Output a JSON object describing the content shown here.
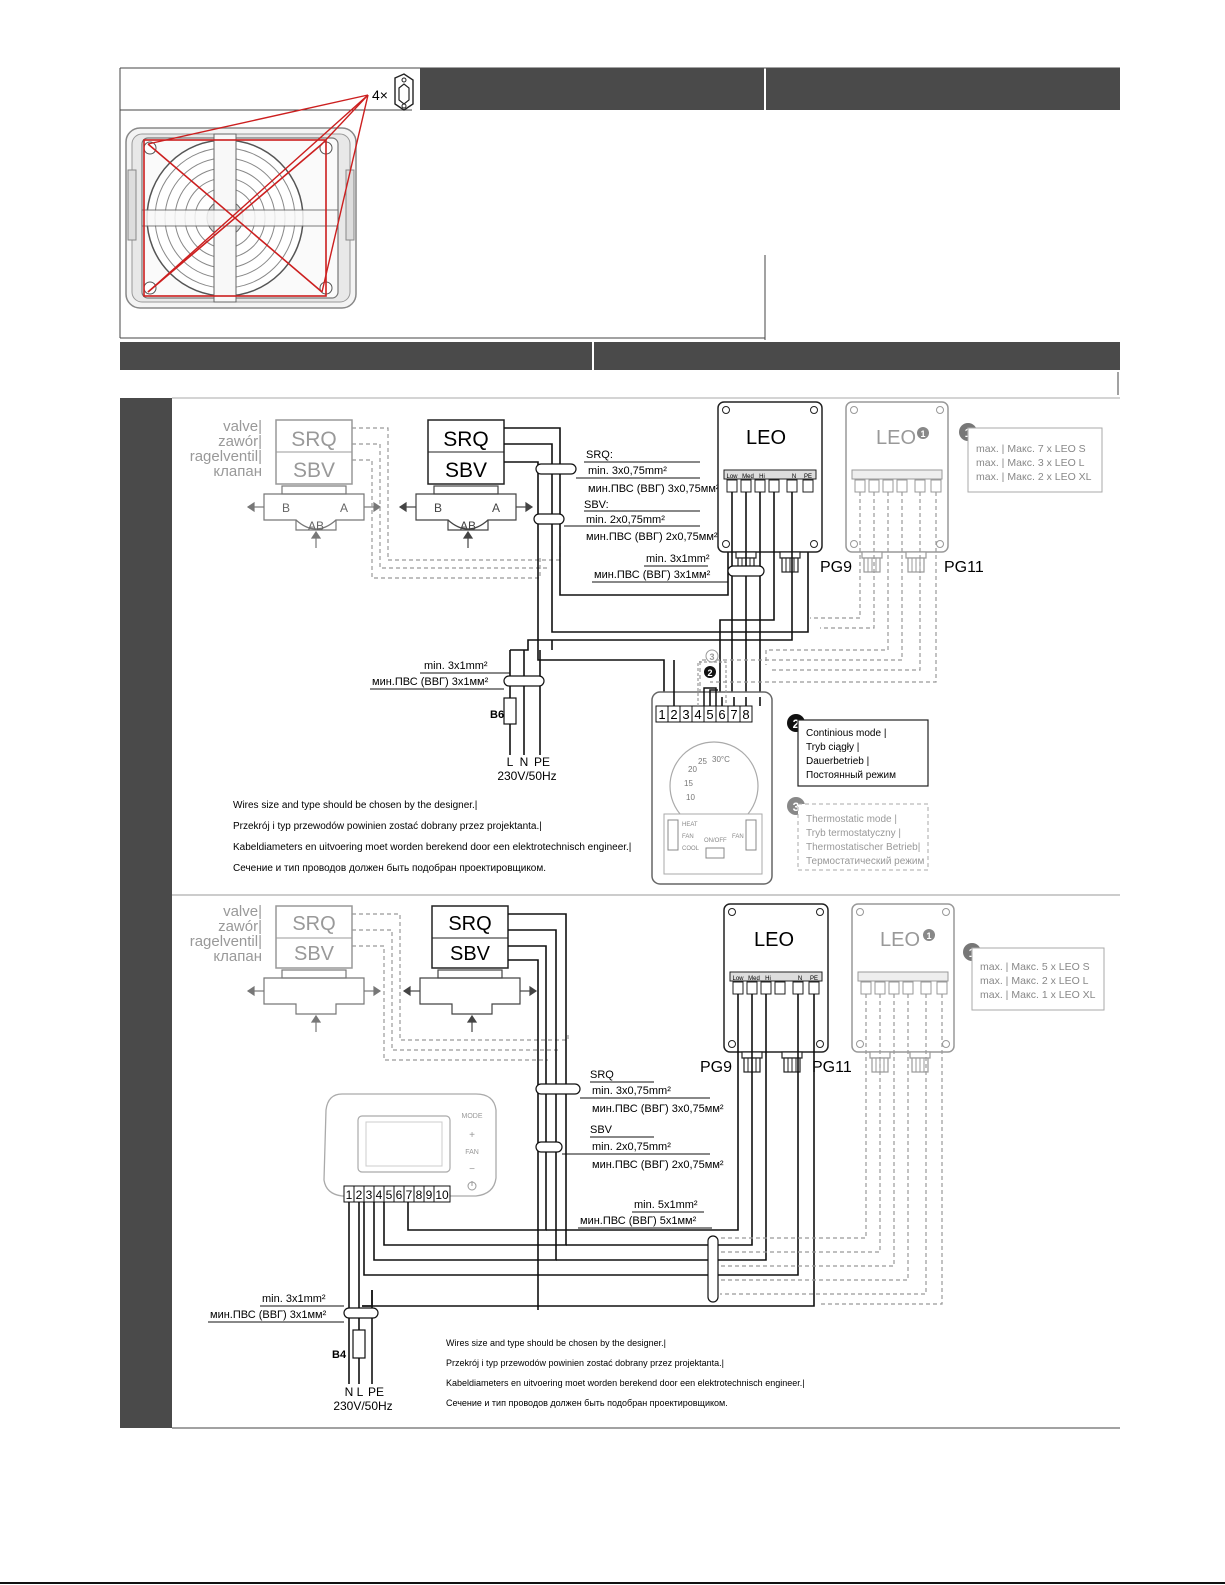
{
  "mount": {
    "qty": "4×"
  },
  "d1": {
    "valve_labels": [
      "valve|",
      "zawór|",
      "ragelventil|",
      "клапан"
    ],
    "srq": "SRQ",
    "sbv": "SBV",
    "port_b": "B",
    "port_a": "A",
    "port_ab": "AB",
    "leo": "LEO",
    "leo_ghost": "LEO",
    "terms": [
      "Low",
      "Med",
      "Hi",
      "N",
      "PE"
    ],
    "pg9": "PG9",
    "pg11": "PG11",
    "cable_srq_title": "SRQ:",
    "cable_srq_min": "min. 3x0,75mm²",
    "cable_srq_ru": "мин.ПВС (ВВГ) 3x0,75мм²",
    "cable_sbv_title": "SBV:",
    "cable_sbv_min": "min. 2x0,75mm²",
    "cable_sbv_ru": "мин.ПВС (ВВГ) 2x0,75мм²",
    "cable_leo_min": "min. 3x1mm²",
    "cable_leo_ru": "мин.ПВС (ВВГ) 3x1мм²",
    "cable_main_min": "min. 3x1mm²",
    "cable_main_ru": "мин.ПВС (ВВГ) 3x1мм²",
    "fuse": "B6",
    "mains": [
      "L",
      "N",
      "PE"
    ],
    "mains_spec": "230V/50Hz",
    "thermo_terminals": [
      "1",
      "2",
      "3",
      "4",
      "5",
      "6",
      "7",
      "8"
    ],
    "dial_marks": [
      "10",
      "15",
      "20",
      "25",
      "30°C"
    ],
    "thermo_switch1": [
      "HEAT",
      "FAN",
      "COOL"
    ],
    "thermo_onoff": "ON/OFF",
    "thermo_fan": "FAN",
    "max_lines": [
      "max. | Макс. 7 x LEO S",
      "max. | Макс. 3 x LEO L",
      "max. | Макс. 2 x LEO XL"
    ],
    "mode2": [
      "Continious mode |",
      "Tryb ciągły |",
      "Dauerbetrieb |",
      "Постоянный режим"
    ],
    "mode3": [
      "Thermostatic mode |",
      "Tryb termostatyczny |",
      "Thermostatischer Betrieb|",
      "Термостатический режим"
    ],
    "notes": [
      "Wires size and type should be chosen by the designer.|",
      "Przekrój i typ przewodów powinien zostać dobrany przez projektanta.|",
      "Kabeldiameters en uitvoering moet worden berekend door een elektrotechnisch engineer.|",
      "Сечение и тип проводов должен быть подобран проектировщиком."
    ]
  },
  "d2": {
    "valve_labels": [
      "valve|",
      "zawór|",
      "ragelventil|",
      "клапан"
    ],
    "srq": "SRQ",
    "sbv": "SBV",
    "leo": "LEO",
    "leo_ghost": "LEO",
    "pg9": "PG9",
    "pg11": "PG11",
    "cable_srq_title": "SRQ",
    "cable_srq_min": "min. 3x0,75mm²",
    "cable_srq_ru": "мин.ПВС (ВВГ) 3x0,75мм²",
    "cable_sbv_title": "SBV",
    "cable_sbv_min": "min. 2x0,75mm²",
    "cable_sbv_ru": "мин.ПВС (ВВГ) 2x0,75мм²",
    "cable_leo_min": "min. 5x1mm²",
    "cable_leo_ru": "мин.ПВС (ВВГ) 5x1мм²",
    "cable_main_min": "min. 3x1mm²",
    "cable_main_ru": "мин.ПВС (ВВГ) 3x1мм²",
    "fuse": "B4",
    "mains": [
      "N",
      "L",
      "PE"
    ],
    "mains_spec": "230V/50Hz",
    "ctrl_terminals": [
      "1",
      "2",
      "3",
      "4",
      "5",
      "6",
      "7",
      "8",
      "9",
      "10"
    ],
    "ctrl_buttons": [
      "MODE",
      "+",
      "FAN",
      "−"
    ],
    "max_lines": [
      "max. | Макс. 5 x LEO S",
      "max. | Макс. 2 x LEO L",
      "max. | Макс. 1 x LEO XL"
    ],
    "notes": [
      "Wires size and type should be chosen by the designer.|",
      "Przekrój i typ przewodów powinien zostać dobrany przez projektanta.|",
      "Kabeldiameters en uitvoering moet worden berekend door een elektrotechnisch engineer.|",
      "Сечение и тип проводов должен быть подобран проектировщиком."
    ]
  },
  "colors": {
    "bar": "#4a4a4a",
    "mount_red": "#cc1f1f",
    "ghost": "#a8a8a8",
    "line": "#111111"
  }
}
